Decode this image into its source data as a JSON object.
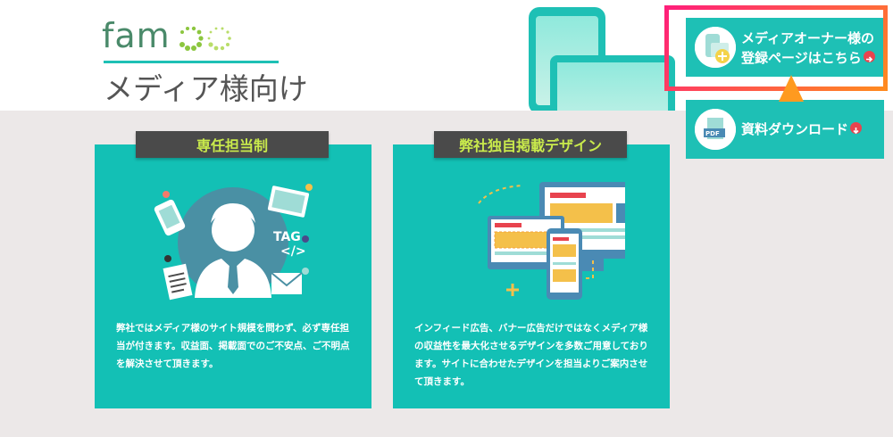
{
  "brand": {
    "logo_text": "fam",
    "accent": "#1ec0b5",
    "logo_color": "#4a8a6a"
  },
  "header": {
    "page_title": "メディア様向け"
  },
  "cards": [
    {
      "label": "専任担当制",
      "icon": "support-person-icon",
      "description": "弊社ではメディア様のサイト規模を問わず、必ず専任担当が付きます。収益面、掲載面でのご不安点、ご不明点を解決させて頂きます。"
    },
    {
      "label": "弊社独自掲載デザイン",
      "icon": "responsive-design-icon",
      "description": "インフィード広告、バナー広告だけではなくメディア様の収益性を最大化させるデザインを多数ご用意しております。サイトに合わせたデザインを担当よりご案内させて頂きます。"
    }
  ],
  "illustration": {
    "tag_text": "TAG",
    "code_text": "</>",
    "pdf_text": "PDF"
  },
  "side_buttons": [
    {
      "line1": "メディアオーナー様の",
      "line2": "登録ページはこちら",
      "icon": "register-device-icon",
      "badge": "arrow-right-icon"
    },
    {
      "line1": "資料ダウンロード",
      "icon": "pdf-icon",
      "badge": "download-icon"
    }
  ],
  "colors": {
    "card_bg": "#13c0b5",
    "label_bg": "#4a4a4a",
    "label_text": "#c9ea4c",
    "highlight": "#ff1f7a",
    "badge": "#e8434e",
    "content_bg": "#ece8e8"
  }
}
